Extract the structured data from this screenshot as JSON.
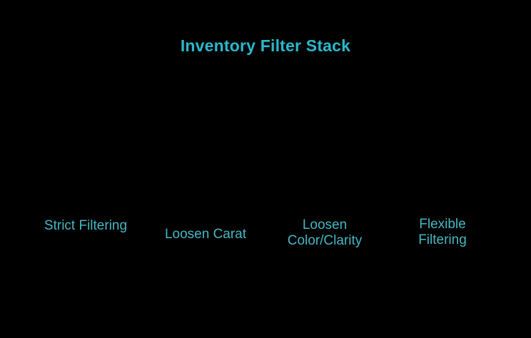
{
  "figure": {
    "background_color": "#000000",
    "title_color": "#2ab8cb",
    "label_color": "#46b7c4"
  },
  "chart_data": {
    "type": "funnel",
    "title": "Inventory Filter Stack",
    "categories": [
      {
        "name": "Strict Filtering",
        "lines": [
          "Strict Filtering"
        ]
      },
      {
        "name": "Loosen Carat",
        "lines": [
          "Loosen Carat"
        ]
      },
      {
        "name": "Loosen Color/Clarity",
        "lines": [
          "Loosen",
          "Color/Clarity"
        ]
      },
      {
        "name": "Flexible Filtering",
        "lines": [
          "Flexible",
          "Filtering"
        ]
      }
    ],
    "xlabel": "",
    "ylabel": "",
    "legend": "none",
    "grid": "off",
    "notes": "Only the chart title and the four stage labels are visible; series shapes are not distinguishable against the black background."
  }
}
